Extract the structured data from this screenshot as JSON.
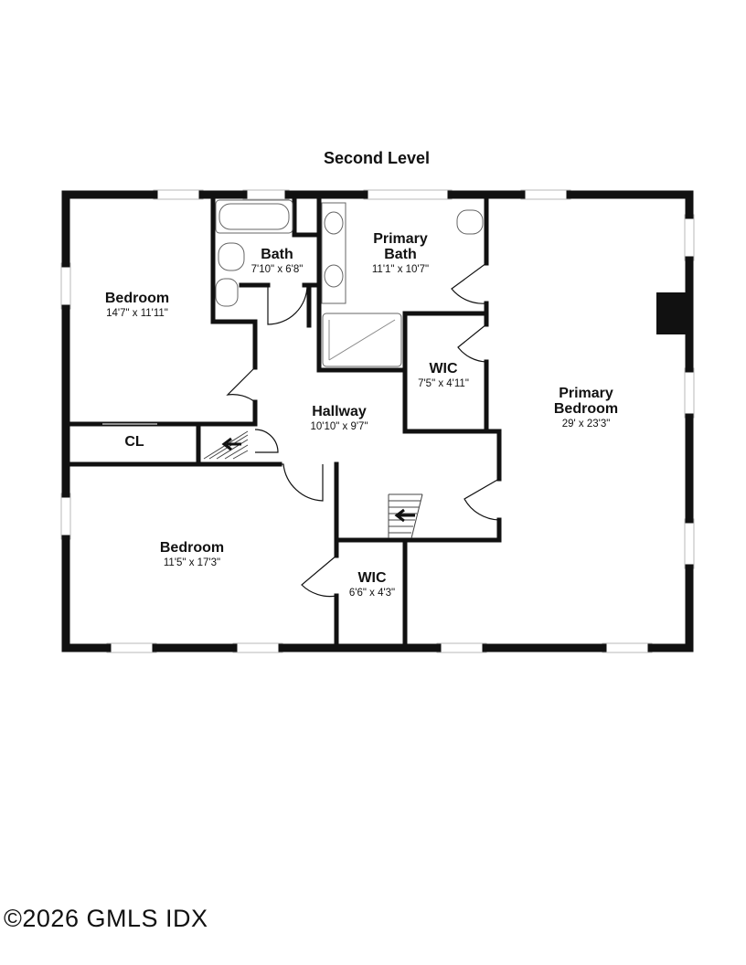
{
  "title": "Second Level",
  "rooms": {
    "bedroom_nw": {
      "name": "Bedroom",
      "dims": "14'7\" x 11'11\""
    },
    "bath": {
      "name": "Bath",
      "dims": "7'10\" x 6'8\""
    },
    "primary_bath": {
      "name_line1": "Primary",
      "name_line2": "Bath",
      "dims": "11'1\" x 10'7\""
    },
    "wic_east": {
      "name": "WIC",
      "dims": "7'5\" x 4'11\""
    },
    "primary_bedroom": {
      "name_line1": "Primary",
      "name_line2": "Bedroom",
      "dims": "29' x 23'3\""
    },
    "hallway": {
      "name": "Hallway",
      "dims": "10'10\" x 9'7\""
    },
    "closet": {
      "name": "CL"
    },
    "bedroom_sw": {
      "name": "Bedroom",
      "dims": "11'5\" x 17'3\""
    },
    "wic_south": {
      "name": "WIC",
      "dims": "6'6\" x 4'3\""
    }
  },
  "watermark": "©2026 GMLS IDX"
}
